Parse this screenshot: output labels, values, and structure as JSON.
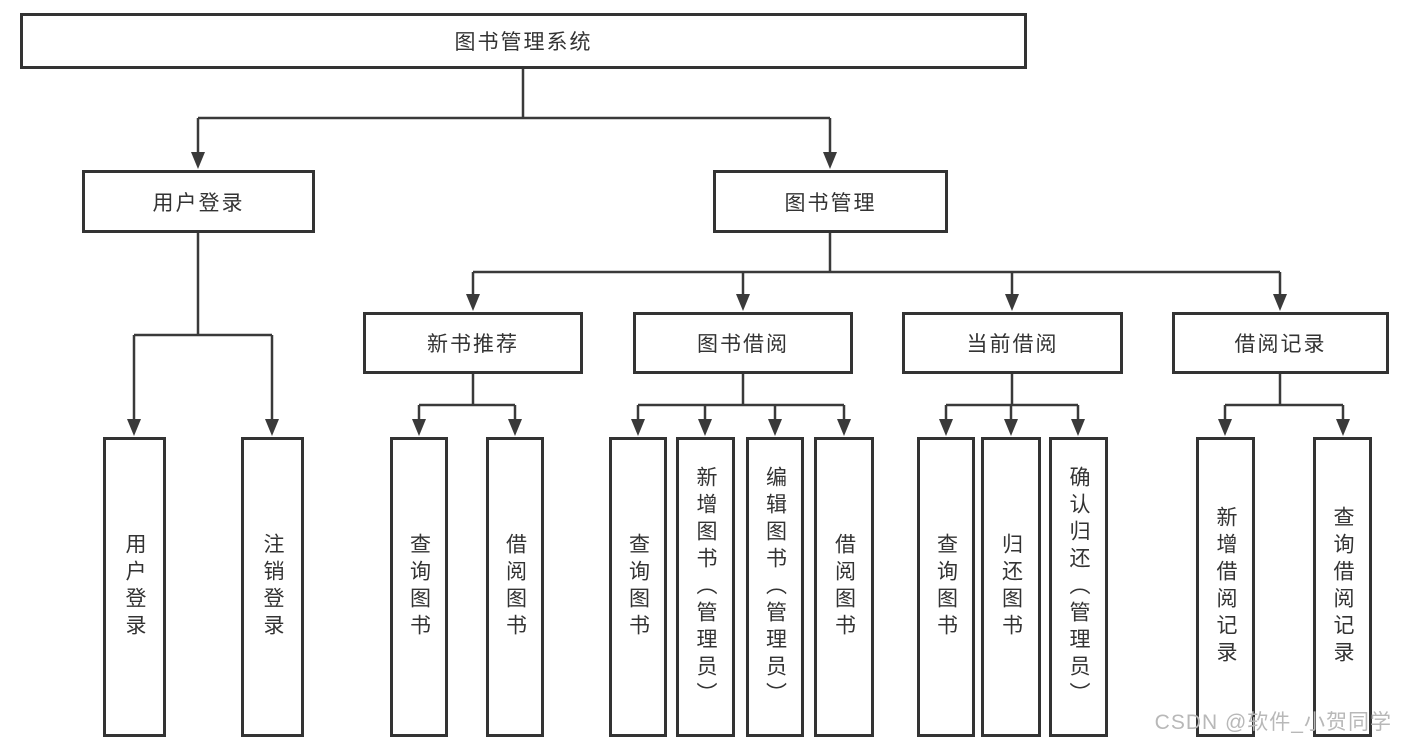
{
  "diagram": {
    "root": "图书管理系统",
    "branches": [
      {
        "label": "用户登录",
        "leaves": [
          "用户登录",
          "注销登录"
        ]
      },
      {
        "label": "图书管理",
        "groups": [
          {
            "label": "新书推荐",
            "leaves": [
              "查询图书",
              "借阅图书"
            ]
          },
          {
            "label": "图书借阅",
            "leaves": [
              "查询图书",
              "新增图书（管理员）",
              "编辑图书（管理员）",
              "借阅图书"
            ]
          },
          {
            "label": "当前借阅",
            "leaves": [
              "查询图书",
              "归还图书",
              "确认归还（管理员）"
            ]
          },
          {
            "label": "借阅记录",
            "leaves": [
              "新增借阅记录",
              "查询借阅记录"
            ]
          }
        ]
      }
    ]
  },
  "watermark": "CSDN @软件_小贺同学",
  "colors": {
    "line": "#3a3a3a",
    "box_border": "#333333",
    "text": "#333333",
    "watermark": "#b8b8b8",
    "background": "#ffffff"
  }
}
